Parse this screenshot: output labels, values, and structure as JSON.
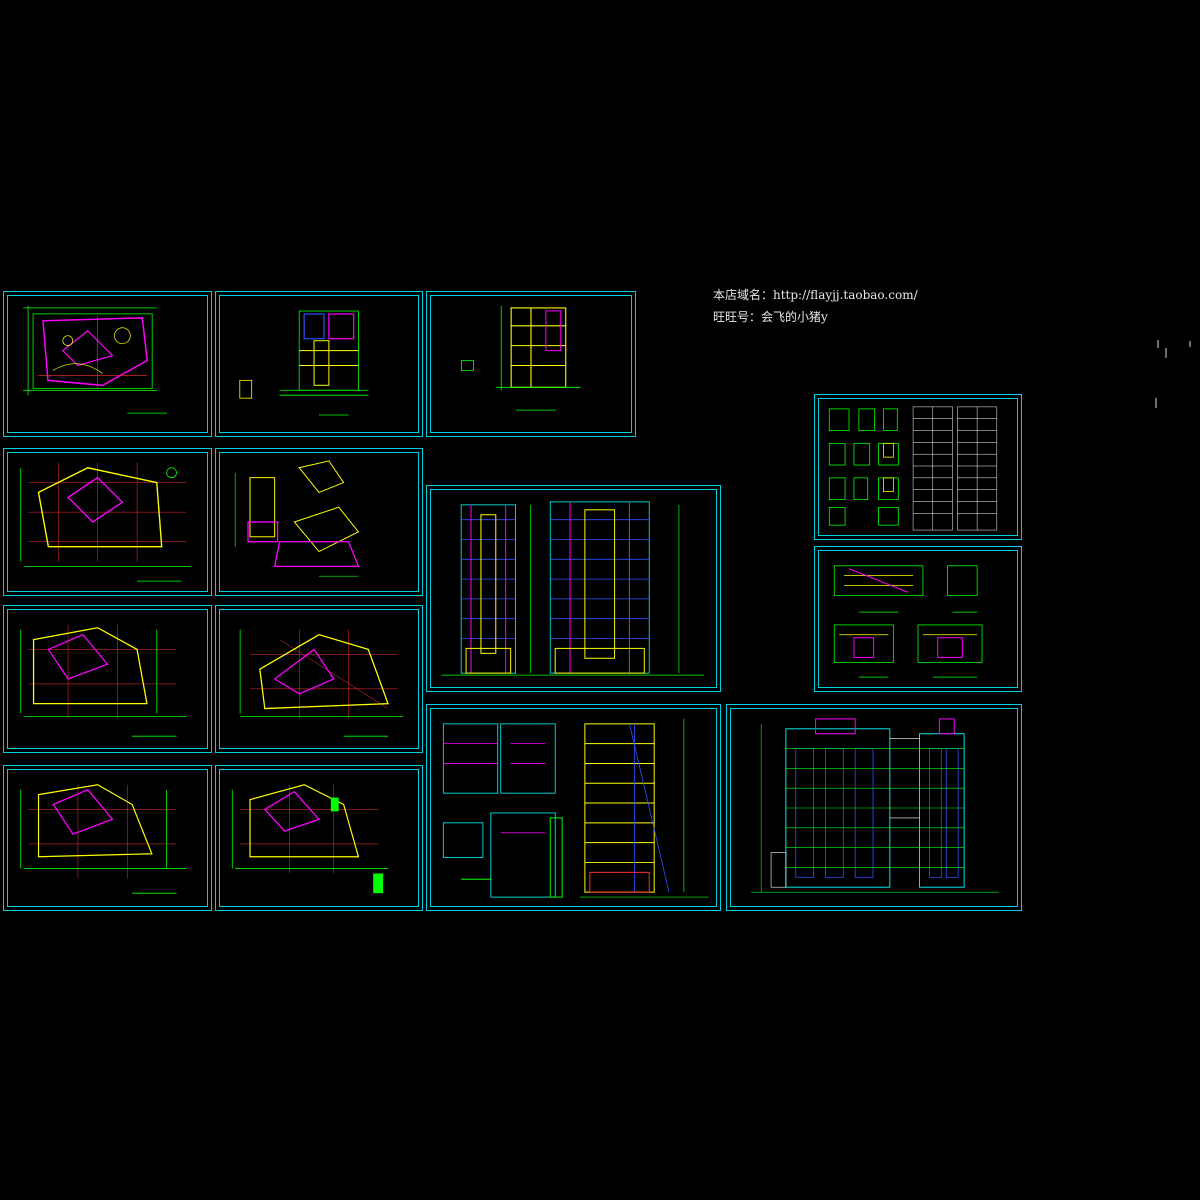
{
  "store_info": {
    "domain_line": "本店域名：http://flayjj.taobao.com/",
    "wangwang_line": "旺旺号：会飞的小猪y"
  },
  "colors": {
    "background": "#000000",
    "frame": "#00cfe0",
    "green": "#00ff00",
    "yellow": "#ffff00",
    "magenta": "#ff00ff",
    "cyan": "#00ffff",
    "red": "#ff3030",
    "blue": "#3050ff",
    "white": "#ffffff"
  },
  "sheets": [
    {
      "id": "site-plan",
      "kind": "plan-triangle"
    },
    {
      "id": "section-a",
      "kind": "section"
    },
    {
      "id": "section-b",
      "kind": "section"
    },
    {
      "id": "floor-plan-1",
      "kind": "plan-triangle"
    },
    {
      "id": "details-1",
      "kind": "details"
    },
    {
      "id": "floor-plan-2",
      "kind": "plan-triangle"
    },
    {
      "id": "floor-plan-3",
      "kind": "plan-triangle"
    },
    {
      "id": "floor-plan-4",
      "kind": "plan-triangle"
    },
    {
      "id": "floor-plan-5",
      "kind": "plan-triangle"
    },
    {
      "id": "elevations-a",
      "kind": "elevation"
    },
    {
      "id": "door-window-schedule",
      "kind": "schedule"
    },
    {
      "id": "stair-details",
      "kind": "details"
    },
    {
      "id": "wall-details",
      "kind": "elevation-detail"
    },
    {
      "id": "elevations-b",
      "kind": "elevation"
    }
  ]
}
